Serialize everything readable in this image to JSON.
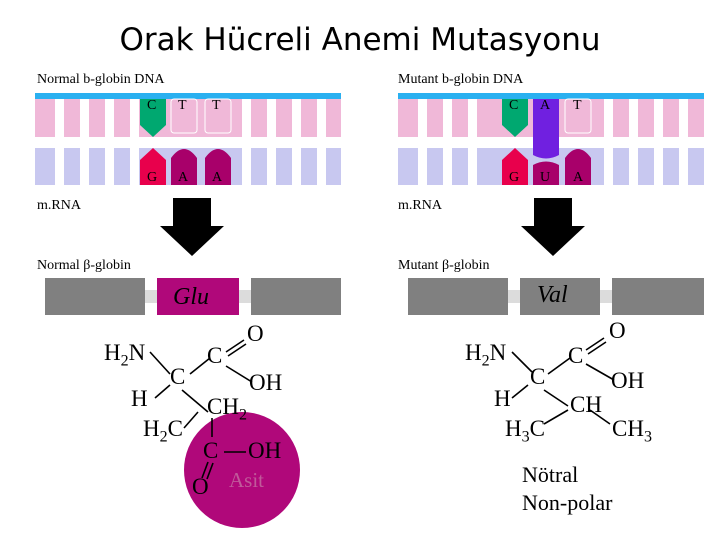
{
  "title": "Orak Hücreli Anemi Mutasyonu",
  "normal_panel": {
    "header": "Normal b-globin DNA",
    "top_bases": [
      "C",
      "T",
      "T"
    ],
    "bottom_bases": [
      "G",
      "A",
      "A"
    ],
    "mrna_label": "m.RNA",
    "protein_label": "Normal β-globin",
    "amino_acid": "Glu"
  },
  "mutant_panel": {
    "header": "Mutant b-globin DNA",
    "top_bases": [
      "C",
      "A",
      "T"
    ],
    "bottom_bases": [
      "G",
      "U",
      "A"
    ],
    "mrna_label": "m.RNA",
    "protein_label": "Mutant β-globin",
    "amino_acid": "Val"
  },
  "glu_structure": {
    "h2n": "H2N",
    "h": "H",
    "c_alpha": "C",
    "c_carboxyl": "C",
    "o": "O",
    "oh": "OH",
    "ch2_a": "CH2",
    "h2c": "H2C",
    "c_side": "C",
    "oh_side": "OH",
    "o_side": "O",
    "acid_label": "Asit"
  },
  "val_structure": {
    "h2n": "H2N",
    "h": "H",
    "c_alpha": "C",
    "c_carboxyl": "C",
    "o": "O",
    "oh": "OH",
    "ch": "CH",
    "h3c": "H3C",
    "ch3": "CH3",
    "note_line1": "Nötral",
    "note_line2": "Non-polar"
  },
  "colors": {
    "backbone_blue": "#2ab0f0",
    "top_strand_pink": "#f0b8d8",
    "bottom_strand_lavender": "#c8c8f0",
    "base_green": "#00a870",
    "base_red": "#e8004c",
    "base_purple": "#a8006a",
    "base_mutant_violet": "#7020e0",
    "protein_gray": "#808080",
    "protein_light": "#dcdcdc",
    "acid_magenta": "#b0087a"
  }
}
